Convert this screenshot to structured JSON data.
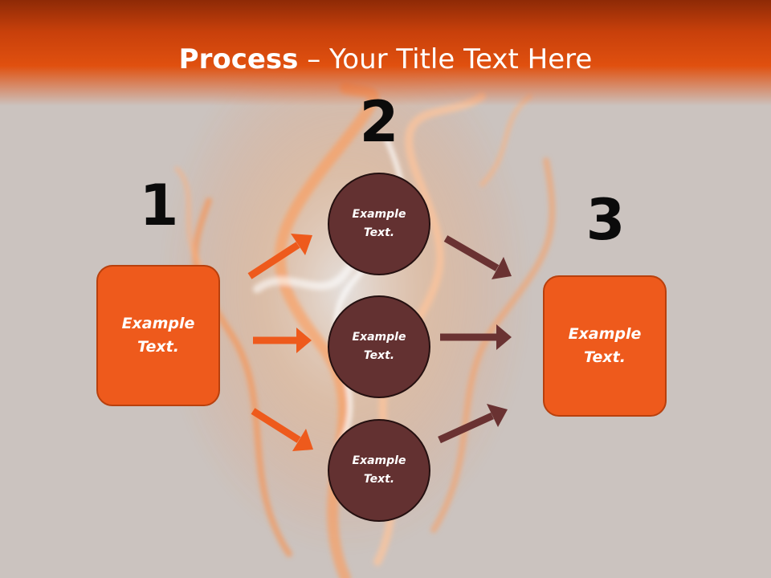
{
  "title": {
    "bold": "Process",
    "dash": " – ",
    "rest": "Your Title Text Here"
  },
  "steps": [
    {
      "number": "1"
    },
    {
      "number": "2"
    },
    {
      "number": "3"
    }
  ],
  "source_box": {
    "text": "Example\nText."
  },
  "target_box": {
    "text": "Example\nText."
  },
  "circles": [
    {
      "text": "Example\nText."
    },
    {
      "text": "Example\nText."
    },
    {
      "text": "Example\nText."
    }
  ],
  "colors": {
    "title_bar": "#e0500f",
    "box_fill": "#ee5a1c",
    "circle_fill": "#633131",
    "orange_arrow": "#ee5a1c",
    "dark_arrow": "#6a3232"
  }
}
